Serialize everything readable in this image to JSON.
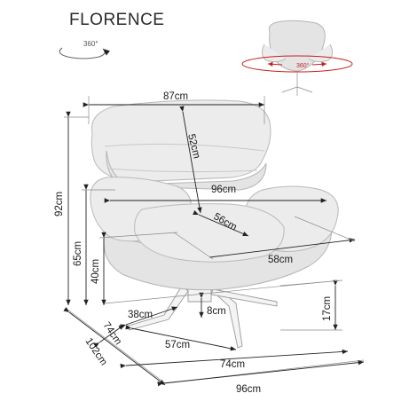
{
  "title": "FLORENCE",
  "rotation_label": "360°",
  "rotation_label_red": "360°",
  "dimensions": {
    "top_width": "87cm",
    "back_height": "52cm",
    "arm_width": "96cm",
    "seat_depth_diag": "56cm",
    "seat_depth": "58cm",
    "total_height": "92cm",
    "arm_height": "65cm",
    "seat_height": "40cm",
    "base_leg": "38cm",
    "base_height": "8cm",
    "base_side": "17cm",
    "base_diag": "57cm",
    "footprint_side": "74cm",
    "depth": "102cm",
    "footprint_front": "74cm",
    "overall_width": "96cm"
  },
  "colors": {
    "upholstery": "#ececec",
    "rotation_arrow": "#c81e1e",
    "lines": "#222222"
  }
}
